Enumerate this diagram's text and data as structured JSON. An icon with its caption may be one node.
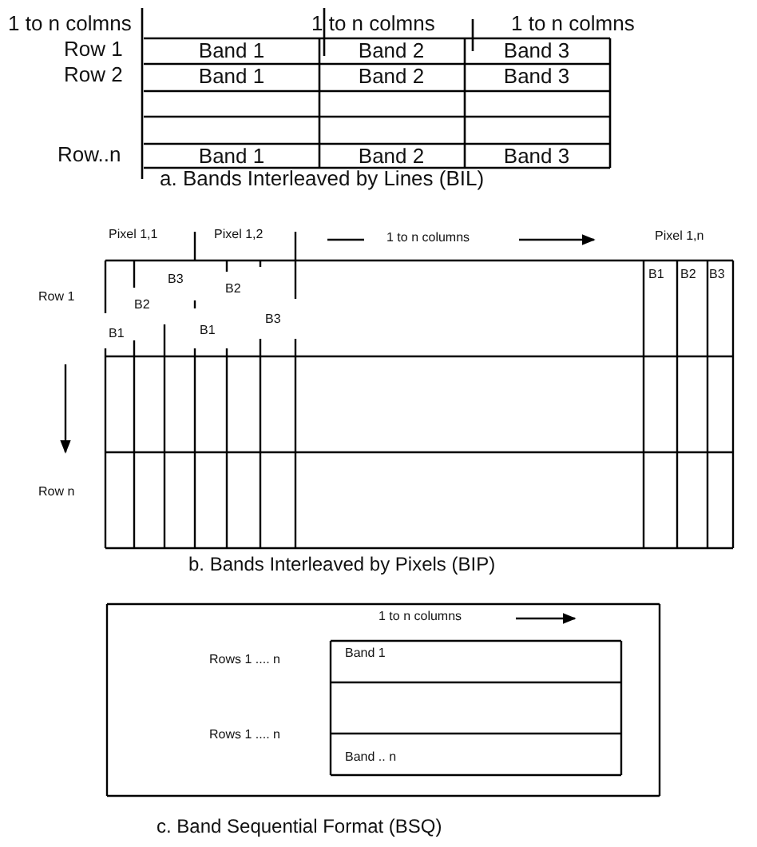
{
  "diagram": {
    "labels": [
      "1 to n colmns",
      "1 to n colmns",
      "1 to n colmns",
      "Row 1",
      "Band 1",
      "Band 2",
      "Band 3",
      "Row 2",
      "Band 1",
      "Band 2",
      "Band 3",
      "Row..n",
      "Band 1",
      "Band 2",
      "Band 3",
      "a. Bands Interleaved by Lines (BIL)",
      "Pixel 1,1",
      "Pixel 1,2",
      "1 to n columns",
      "Pixel 1,n",
      "Row 1",
      "B3",
      "B2",
      "B1",
      "B2",
      "B1",
      "B3",
      "B1",
      "B2",
      "B3",
      "Row n",
      "b. Bands Interleaved by Pixels (BIP)",
      "1 to n columns",
      "Rows 1 .... n",
      "Band 1",
      "Rows 1 .... n",
      "Band .. n",
      "c. Band Sequential Format (BSQ)"
    ]
  }
}
